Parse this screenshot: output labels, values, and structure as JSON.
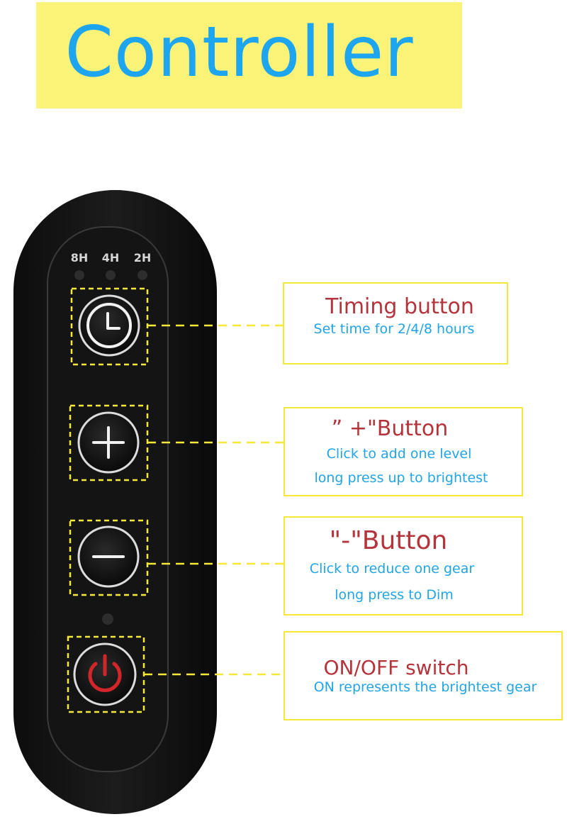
{
  "header": {
    "title": "Controller"
  },
  "remote": {
    "timer_labels": [
      "8H",
      "4H",
      "2H"
    ]
  },
  "callouts": {
    "timing": {
      "title": "Timing button",
      "lines": [
        "Set time for 2/4/8 hours"
      ]
    },
    "plus": {
      "title": "”  +\"Button",
      "lines": [
        "Click to add one level",
        "long press up to brightest"
      ]
    },
    "minus": {
      "title": "\"-\"Button",
      "lines": [
        "Click to reduce one gear",
        "long press to Dim"
      ]
    },
    "power": {
      "title": "ON/OFF switch",
      "lines": [
        "ON represents the brightest gear"
      ]
    }
  },
  "colors": {
    "banner": "#faf377",
    "title": "#1ea5ef",
    "callout_title": "#b5333a",
    "callout_text": "#22a4e5",
    "callout_border": "#f6e936",
    "dash": "#f6e936",
    "power_icon": "#d3262b"
  }
}
